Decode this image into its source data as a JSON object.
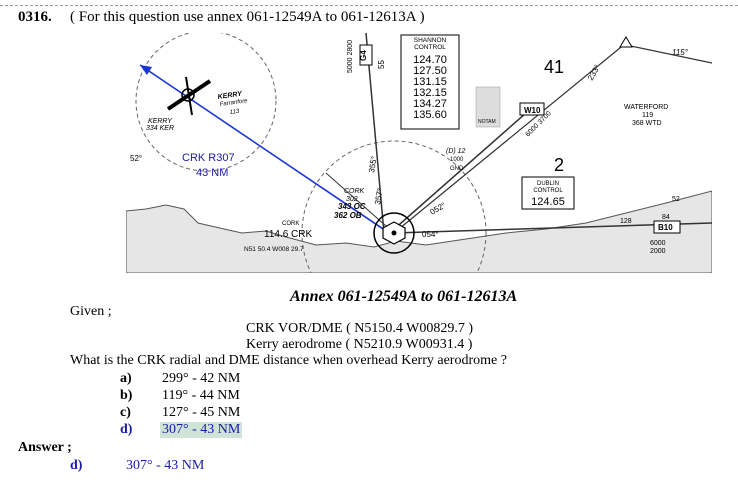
{
  "question": {
    "number": "0316.",
    "reference": "( For this question use annex 061-12549A to 061-12613A )",
    "caption": "Annex 061-12549A to 061-12613A",
    "given_label": "Given ;",
    "given_lines": [
      "CRK VOR/DME ( N5150.4 W00829.7 )",
      "Kerry aerodrome ( N5210.9 W00931.4 )"
    ],
    "prompt": "What is the CRK radial and DME distance when overhead Kerry aerodrome ?",
    "options": [
      {
        "letter": "a)",
        "text": "299° - 42 NM"
      },
      {
        "letter": "b)",
        "text": "119° - 44 NM"
      },
      {
        "letter": "c)",
        "text": "127° - 45 NM"
      },
      {
        "letter": "d)",
        "text": "307° - 43 NM"
      }
    ]
  },
  "answer": {
    "label": "Answer ;",
    "letter": "d)",
    "text": "307° - 43 NM"
  },
  "chart": {
    "shannon_control": [
      "SHANNON",
      "CONTROL",
      "124.70",
      "127.50",
      "131.15",
      "132.15",
      "134.27",
      "135.60"
    ],
    "kerry_label": [
      "KERRY",
      "Farranfore",
      "113"
    ],
    "kerry_ad": [
      "KERRY",
      "334 KER"
    ],
    "crk_radial": [
      "CRK R307",
      "43 NM"
    ],
    "lat_label": "52°",
    "cork": [
      "CORK",
      "302",
      "343 OC",
      "362 OB"
    ],
    "crk_vor": [
      "CORK",
      "114.6 CRK",
      "N51 50.4 W008 29.7"
    ],
    "dublin": [
      "DUBLIN",
      "CONTROL",
      "124.65"
    ],
    "waterford": [
      "WATERFORD",
      "119",
      "368 WTD"
    ],
    "airway_labels": [
      "G4",
      "W10",
      "B10",
      "55",
      "52"
    ],
    "altitudes": [
      "5000 2800",
      "6000 3700",
      "6000",
      "2000"
    ],
    "bearings": [
      "115°",
      "233°",
      "355°",
      "357°",
      "052°",
      "054°",
      "128"
    ],
    "numbers": [
      "41",
      "2",
      "84"
    ],
    "annotations": [
      "(D) 12",
      "1000",
      "GND",
      "NOTAM"
    ],
    "colors": {
      "radial_line": "#1a35d6",
      "text_blue": "#1a1aa8",
      "highlight": "#cfe3d6"
    }
  }
}
